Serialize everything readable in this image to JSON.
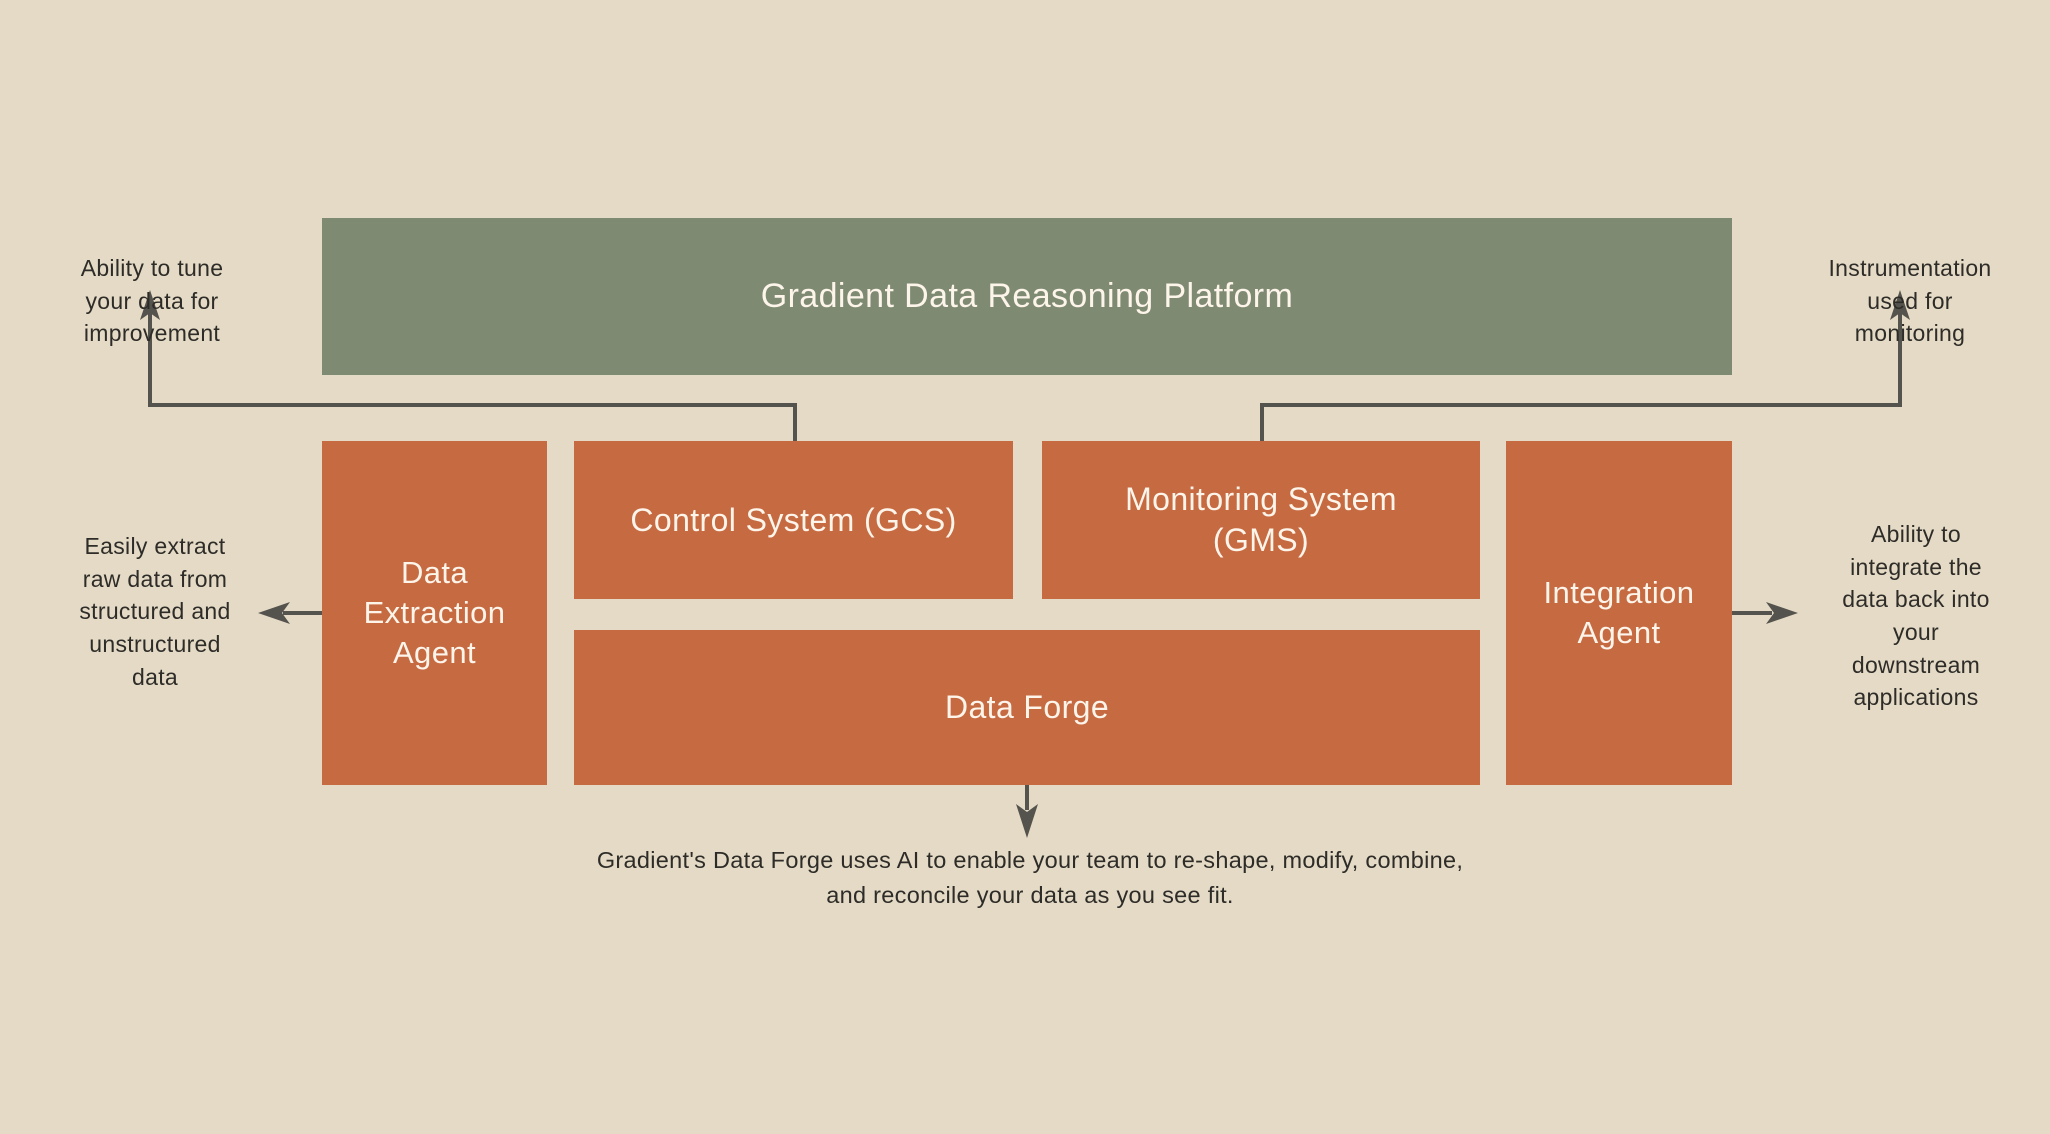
{
  "diagram": {
    "title": "Gradient Data Reasoning Platform architecture",
    "background_color": "#e4dac5",
    "platform_color": "#7e8b72",
    "component_color": "#c66a42",
    "text_color": "#fdf4ea",
    "annotation_color": "#2e2c28",
    "connector_color": "#55534d"
  },
  "platform": {
    "label": "Gradient Data Reasoning Platform"
  },
  "components": {
    "extraction_agent": "Data\nExtraction\nAgent",
    "control_system": "Control System (GCS)",
    "monitoring_system": "Monitoring System\n(GMS)",
    "integration_agent": "Integration\nAgent",
    "data_forge": "Data Forge"
  },
  "annotations": {
    "tune": "Ability to tune\nyour data for\nimprovement",
    "instrumentation": "Instrumentation\nused for\nmonitoring",
    "extract": "Easily extract\nraw data from\nstructured and\nunstructured\ndata",
    "integrate": "Ability to\nintegrate the\ndata back into\nyour\ndownstream\napplications",
    "data_forge_caption": "Gradient's Data Forge uses AI to enable your team to re-shape, modify, combine, and reconcile your data as you see fit."
  },
  "connectors": [
    {
      "name": "control-system-to-tune-arrow",
      "from": "control_system",
      "to": "tune_annotation",
      "direction": "up-left"
    },
    {
      "name": "monitoring-system-to-instrumentation-arrow",
      "from": "monitoring_system",
      "to": "instrumentation_annotation",
      "direction": "up-right"
    },
    {
      "name": "extraction-agent-to-extract-arrow",
      "from": "extraction_agent",
      "to": "extract_annotation",
      "direction": "left"
    },
    {
      "name": "integration-agent-to-integrate-arrow",
      "from": "integration_agent",
      "to": "integrate_annotation",
      "direction": "right"
    },
    {
      "name": "data-forge-to-caption-arrow",
      "from": "data_forge",
      "to": "data_forge_caption",
      "direction": "down"
    }
  ]
}
